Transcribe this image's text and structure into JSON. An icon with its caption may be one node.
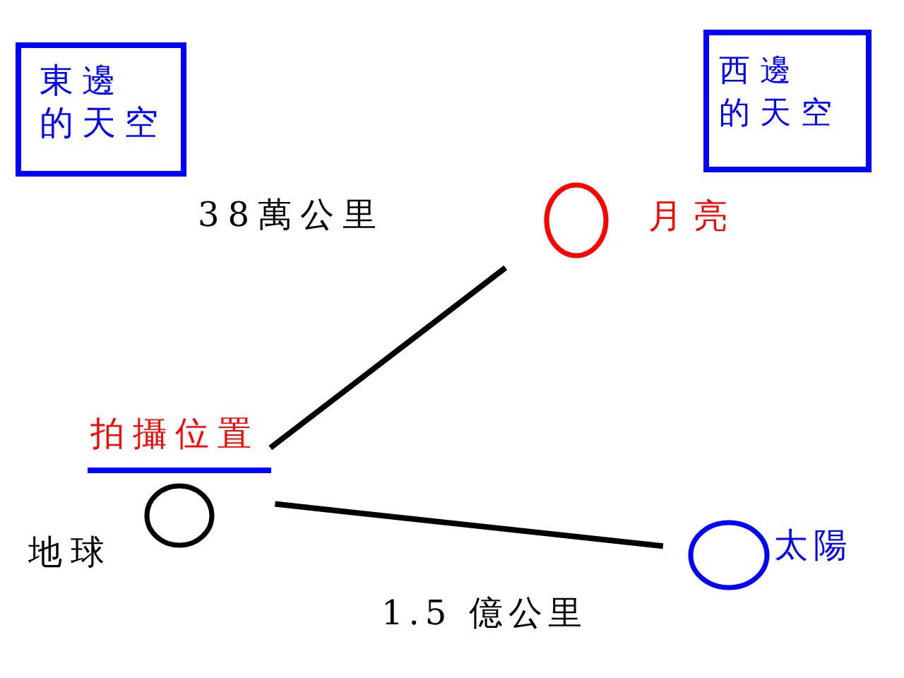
{
  "diagram": {
    "nodes": [
      {
        "text": [
          "東邊的天空"
        ]
      },
      {
        "text": [
          "西邊的天空"
        ]
      },
      {
        "text": [],
        "shape": "circle",
        "beside": [
          "月亮"
        ]
      },
      {
        "text": [],
        "shape": "circle",
        "beside": [
          "地球"
        ]
      },
      {
        "text": [],
        "shape": "circle",
        "beside": [
          "太陽"
        ]
      }
    ],
    "edges": [
      {
        "from": 3,
        "to": 2,
        "arrow": "none"
      },
      {
        "from": 3,
        "to": 4,
        "arrow": "none"
      }
    ],
    "labels": [
      "38萬公里",
      "拍攝位置",
      "1.5 億公里"
    ]
  }
}
